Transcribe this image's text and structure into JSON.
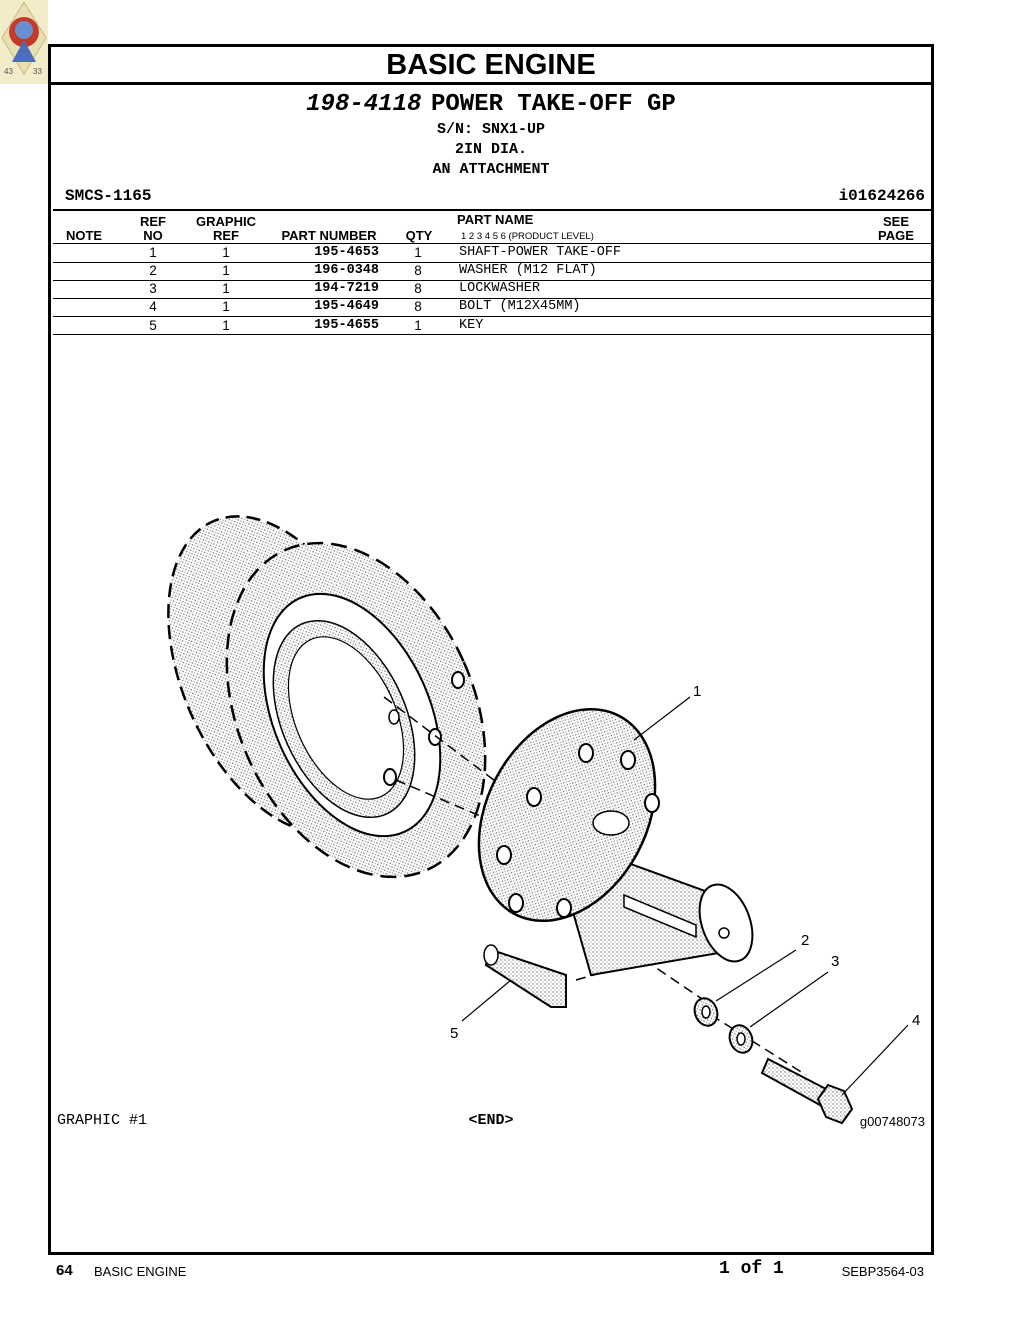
{
  "logo": {
    "left_number": "43",
    "right_number": "33"
  },
  "section_title": "BASIC  ENGINE",
  "group": {
    "number": "198-4118",
    "name": "POWER TAKE-OFF GP",
    "serial": "S/N: SNX1-UP",
    "line2": "2IN DIA.",
    "line3": "AN ATTACHMENT"
  },
  "smcs": "SMCS-1165",
  "identifier": "i01624266",
  "table": {
    "headers": {
      "note": "NOTE",
      "ref_top": "REF",
      "ref_bottom": "NO",
      "graphic_top": "GRAPHIC",
      "graphic_bottom": "REF",
      "part_number": "PART NUMBER",
      "qty": "QTY",
      "part_name": "PART NAME",
      "product_level": "1    2    3    4    5    6    (PRODUCT LEVEL)",
      "see_top": "SEE",
      "see_bottom": "PAGE"
    },
    "rows": [
      {
        "ref": "1",
        "graphic_ref": "1",
        "part_number": "195-4653",
        "qty": "1",
        "name": "SHAFT-POWER TAKE-OFF"
      },
      {
        "ref": "2",
        "graphic_ref": "1",
        "part_number": "196-0348",
        "qty": "8",
        "name": "WASHER (M12 FLAT)"
      },
      {
        "ref": "3",
        "graphic_ref": "1",
        "part_number": "194-7219",
        "qty": "8",
        "name": "LOCKWASHER"
      },
      {
        "ref": "4",
        "graphic_ref": "1",
        "part_number": "195-4649",
        "qty": "8",
        "name": "BOLT (M12X45MM)"
      },
      {
        "ref": "5",
        "graphic_ref": "1",
        "part_number": "195-4655",
        "qty": "1",
        "name": "KEY"
      }
    ]
  },
  "callouts": [
    "1",
    "2",
    "3",
    "4",
    "5"
  ],
  "graphic": {
    "label": "GRAPHIC #1",
    "end": "<END>",
    "id": "g00748073"
  },
  "footer": {
    "page": "64",
    "section": "BASIC ENGINE",
    "count": "1 of 1",
    "doc": "SEBP3564-03"
  }
}
